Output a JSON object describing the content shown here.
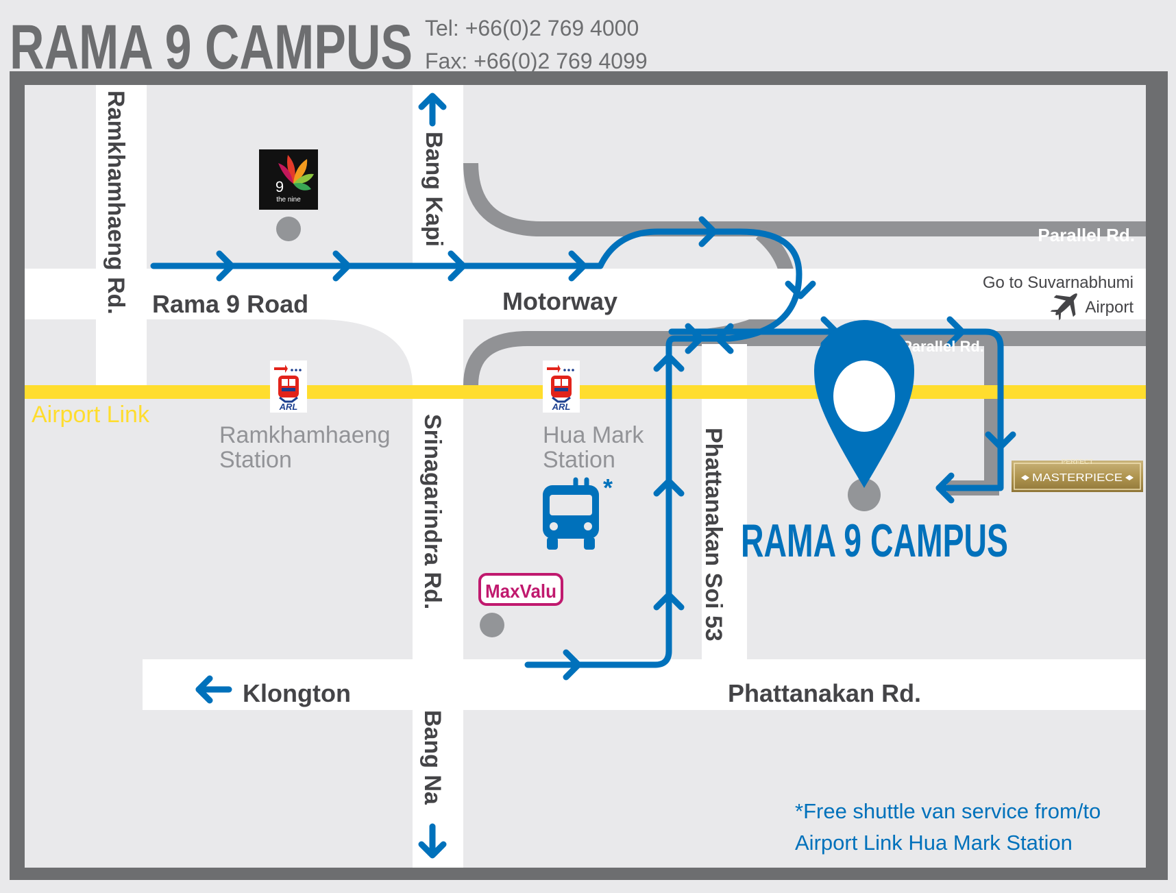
{
  "header": {
    "title": "RAMA 9 CAMPUS",
    "tel": "Tel:  +66(0)2 769 4000",
    "fax": "Fax: +66(0)2 769 4099"
  },
  "roads": {
    "ramkhamhaeng": "Ramkhamhaeng Rd.",
    "bang_kapi": "Bang Kapi",
    "rama9": "Rama 9 Road",
    "motorway": "Motorway",
    "parallel_top": "Parallel Rd.",
    "parallel_mid": "Parallel Rd.",
    "go_to": "Go to Suvarnabhumi",
    "airport": "Airport",
    "srinagarindra": "Srinagarindra Rd.",
    "phattanakan_soi": "Phattanakan Soi 53",
    "klongton": "Klongton",
    "phattanakan_rd": "Phattanakan Rd.",
    "bang_na": "Bang Na"
  },
  "airport_link": {
    "label": "Airport Link",
    "station1_line1": "Ramkhamhaeng",
    "station1_line2": "Station",
    "station2_line1": "Hua Mark",
    "station2_line2": "Station",
    "badge_text": "ARL"
  },
  "landmarks": {
    "the_nine_number": "9",
    "the_nine_text": "the nine",
    "maxvalu": "MaxValu",
    "masterpiece_top": "PERFECT",
    "masterpiece_main": "MASTERPIECE",
    "shuttle_star": "*"
  },
  "campus_label": "RAMA 9 CAMPUS",
  "footnote": {
    "line1": "*Free shuttle van service from/to",
    "line2": "Airport Link Hua Mark Station"
  },
  "colors": {
    "route_blue": "#0071bb",
    "road_gray": "#919295",
    "airport_link_yellow": "#ffdd2e",
    "frame_gray": "#6d6e70",
    "background": "#e9e9eb"
  }
}
